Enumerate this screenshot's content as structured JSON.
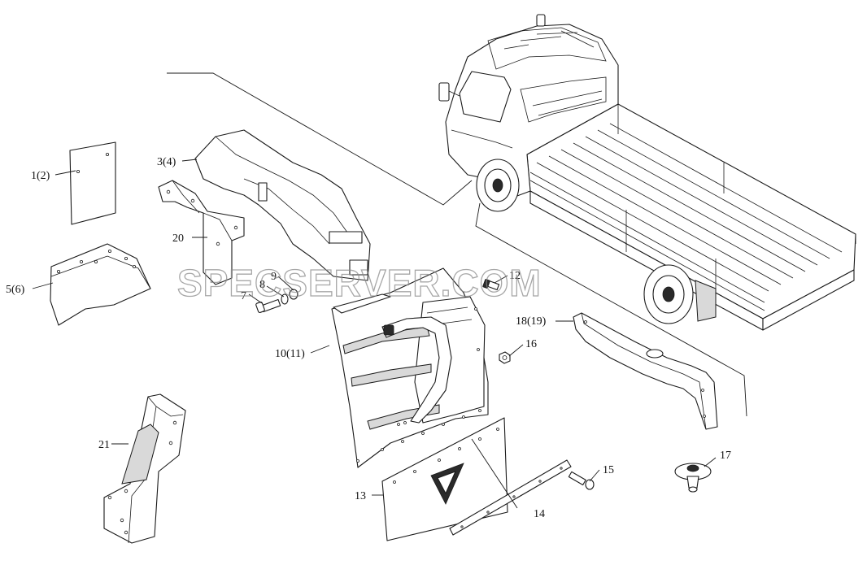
{
  "watermark": "SPECSERVER.COM",
  "callouts": [
    {
      "id": "c1",
      "label": "1(2)"
    },
    {
      "id": "c2",
      "label": "3(4)"
    },
    {
      "id": "c3",
      "label": "20"
    },
    {
      "id": "c4",
      "label": "5(6)"
    },
    {
      "id": "c5",
      "label": "7"
    },
    {
      "id": "c6",
      "label": "8"
    },
    {
      "id": "c7",
      "label": "9"
    },
    {
      "id": "c8",
      "label": "10(11)"
    },
    {
      "id": "c9",
      "label": "12"
    },
    {
      "id": "c10",
      "label": "16"
    },
    {
      "id": "c11",
      "label": "18(19)"
    },
    {
      "id": "c12",
      "label": "21"
    },
    {
      "id": "c13",
      "label": "13"
    },
    {
      "id": "c14",
      "label": "14"
    },
    {
      "id": "c15",
      "label": "15"
    },
    {
      "id": "c16",
      "label": "17"
    }
  ]
}
